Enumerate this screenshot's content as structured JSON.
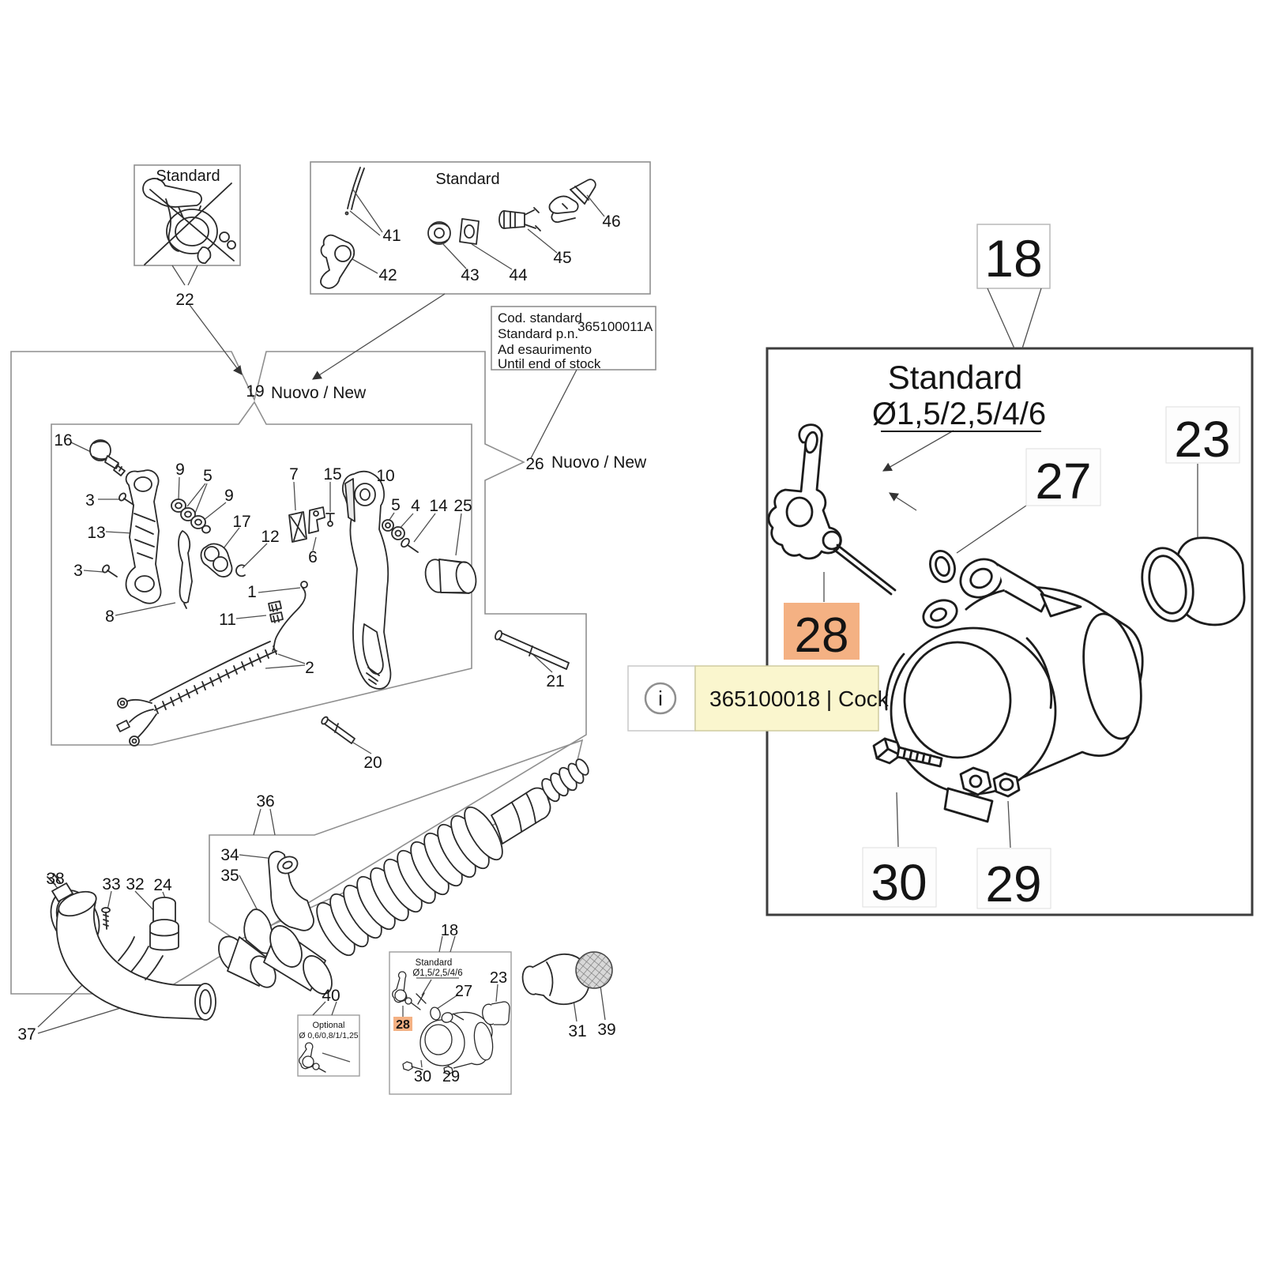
{
  "palette": {
    "highlight_bg": "#F4B183",
    "highlight_text": "#8C4517",
    "tooltip_bg": "#FAF6CE",
    "tooltip_text": "#6F6D58"
  },
  "tooltip": {
    "text": "365100018 | Cock",
    "info_icon": "i"
  },
  "top_left_box": {
    "title": "Standard",
    "part": "22"
  },
  "top_middle_box": {
    "title": "Standard",
    "p41": "41",
    "p42": "42",
    "p43": "43",
    "p44": "44",
    "p45": "45",
    "p46": "46"
  },
  "code_note": {
    "line1": "Cod. standard",
    "line2": "Standard p.n.",
    "code": "365100011A",
    "line3": "Ad esaurimento",
    "line4": "Until end of stock"
  },
  "new19": {
    "num": "19",
    "text": "Nuovo / New"
  },
  "new26": {
    "num": "26",
    "text": "Nuovo / New"
  },
  "inner_parts": {
    "p16": "16",
    "p3a": "3",
    "p13": "13",
    "p3b": "3",
    "p8": "8",
    "p9a": "9",
    "p5a": "5",
    "p9b": "9",
    "p17": "17",
    "p12": "12",
    "p7": "7",
    "p15": "15",
    "p6": "6",
    "p10": "10",
    "p5b": "5",
    "p4": "4",
    "p14": "14",
    "p25": "25",
    "p1": "1",
    "p11": "11",
    "p2": "2"
  },
  "floor_parts": {
    "p20": "20",
    "p21": "21",
    "p36": "36",
    "p34": "34",
    "p35": "35",
    "p38": "38",
    "p33": "33",
    "p32": "32",
    "p24": "24",
    "p37": "37",
    "p31": "31",
    "p39": "39"
  },
  "detail": {
    "ref": "18",
    "title": "Standard",
    "sizes": "Ø1,5/2,5/4/6",
    "l23": "23",
    "l27": "27",
    "l28": "28",
    "l29": "29",
    "l30": "30"
  },
  "optional_box": {
    "ref": "40",
    "title": "Optional",
    "sizes": "Ø 0,6/0,8/1/1,25"
  }
}
